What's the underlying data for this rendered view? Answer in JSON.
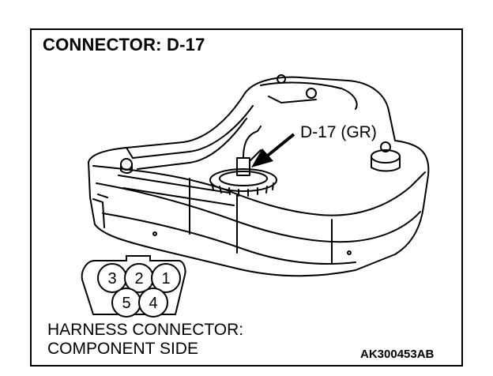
{
  "title": "CONNECTOR: D-17",
  "callout": "D-17 (GR)",
  "harness_label": {
    "line1": "HARNESS CONNECTOR:",
    "line2": "COMPONENT SIDE"
  },
  "figure_code": "AK300453AB",
  "connector": {
    "top_row": [
      "3",
      "2",
      "1"
    ],
    "bottom_row": [
      "5",
      "4"
    ]
  }
}
